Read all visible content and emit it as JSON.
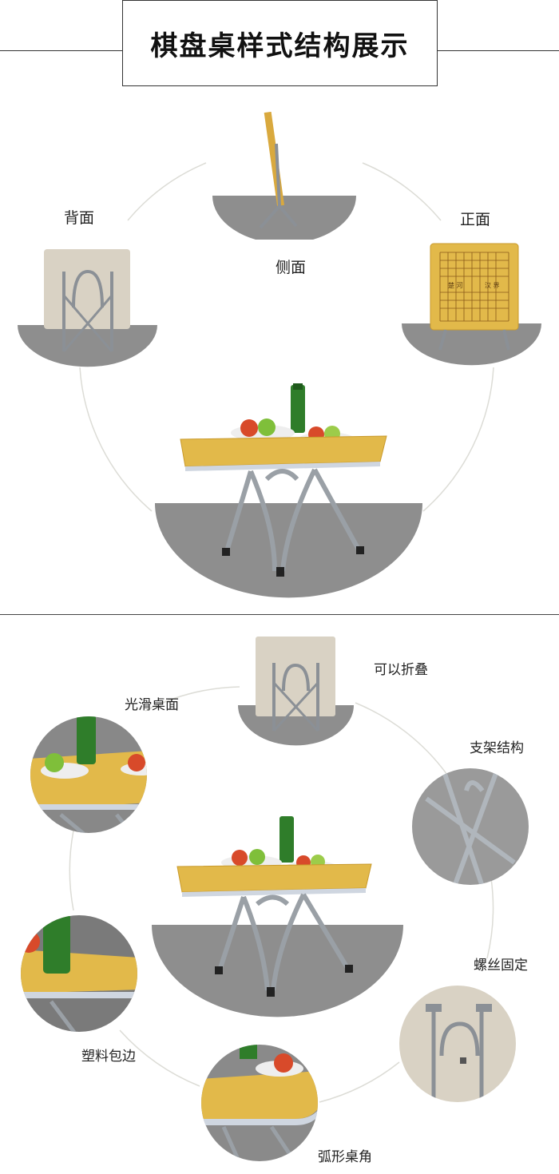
{
  "header": {
    "title": "棋盘桌样式结构展示"
  },
  "section1": {
    "views": {
      "back": "背面",
      "side": "侧面",
      "front": "正面"
    },
    "board_text": {
      "left": "楚 河",
      "right": "汉 界"
    }
  },
  "section2": {
    "features": {
      "foldable": "可以折叠",
      "smooth_top": "光滑桌面",
      "frame": "支架结构",
      "screws": "螺丝固定",
      "plastic_edge": "塑料包边",
      "arc_corner": "弧形桌角"
    }
  },
  "colors": {
    "board_yellow": "#e2b94a",
    "board_line": "#8a5a1a",
    "wood_light": "#d9d2c4",
    "metal": "#9aa0a6",
    "floor_gray": "#8c8c8c",
    "arc_line": "#d7dbd0"
  }
}
